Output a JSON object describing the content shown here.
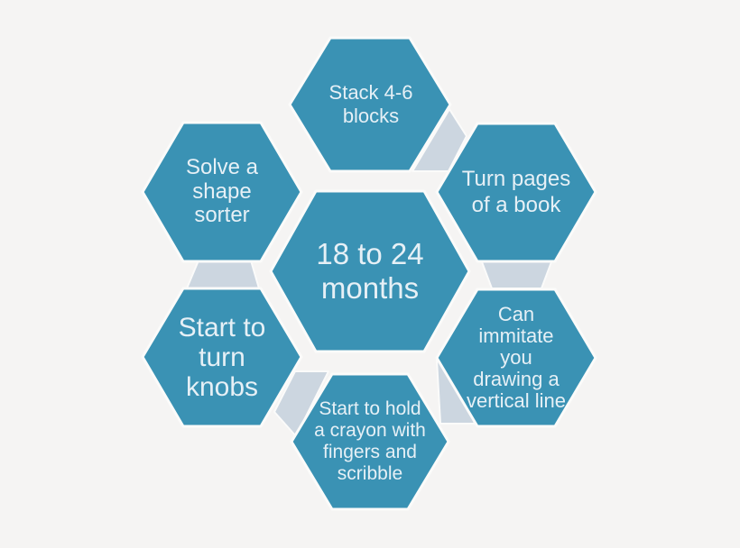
{
  "diagram": {
    "type": "hexagon-cluster",
    "topic": "18 to 24 months"
  },
  "hexagons": {
    "center": {
      "label": "18 to 24\nmonths"
    },
    "top": {
      "label": "Stack 4-6\nblocks"
    },
    "top_left": {
      "label": "Solve a\nshape\nsorter"
    },
    "top_right": {
      "label": "Turn pages\nof a book"
    },
    "bottom_left": {
      "label": "Start to\nturn\nknobs"
    },
    "bottom_right": {
      "label": "Can\nimmitate\nyou\ndrawing a\nvertical line"
    },
    "bottom": {
      "label": "Start to hold\na crayon with\nfingers and\nscribble"
    }
  },
  "colors": {
    "hexagon_fill": "#3a92b4",
    "connector_fill": "#ccd6e0",
    "background": "#f5f4f3",
    "label_text": "#e6f0f6",
    "shape_outline": "#fbfbfa"
  }
}
